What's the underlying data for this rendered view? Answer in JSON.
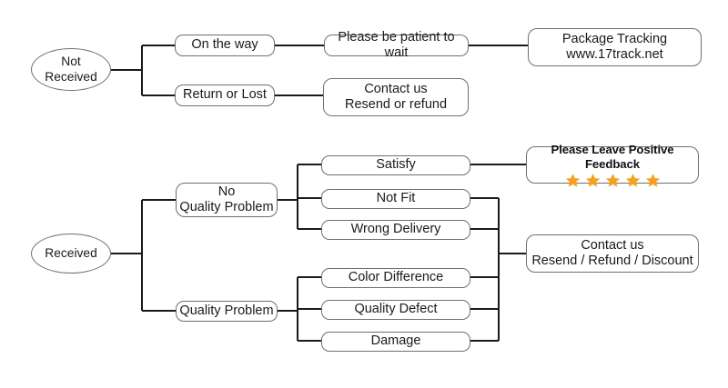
{
  "diagram": {
    "title": "Order Status Customer Service Flowchart",
    "accent_star_color": "#F5A11E",
    "line_color": "#1a1a1a",
    "border_color": "#6f6f6f"
  },
  "branches": {
    "not_received": {
      "root_label": "Not\nReceived",
      "options": [
        {
          "label": "On the way",
          "result": "Please be patient to wait",
          "detail": "Package Tracking\nwww.17track.net"
        },
        {
          "label": "Return or Lost",
          "result": "Contact us\nResend or refund",
          "detail": ""
        }
      ]
    },
    "received": {
      "root_label": "Received",
      "groups": [
        {
          "label": "No\nQuality Problem",
          "options": [
            "Satisfy",
            "Not Fit",
            "Wrong Delivery"
          ]
        },
        {
          "label": "Quality Problem",
          "options": [
            "Color Difference",
            "Quality Defect",
            "Damage"
          ]
        }
      ],
      "outcomes": {
        "feedback_title": "Please Leave Positive Feedback",
        "feedback_stars": 5,
        "contact": "Contact us\nResend / Refund / Discount"
      }
    }
  }
}
